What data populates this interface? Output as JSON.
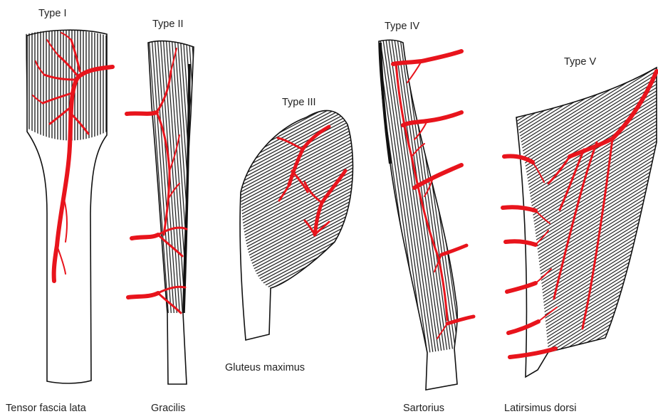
{
  "panels": [
    {
      "type_label": "Type I",
      "muscle_label": "Tensor fascia lata"
    },
    {
      "type_label": "Type II",
      "muscle_label": "Gracilis"
    },
    {
      "type_label": "Type III",
      "muscle_label": "Gluteus maximus"
    },
    {
      "type_label": "Type IV",
      "muscle_label": "Sartorius"
    },
    {
      "type_label": "Type V",
      "muscle_label": "Latirsimus dorsi"
    }
  ],
  "colors": {
    "vessel": "#e8141c",
    "outline": "#111111",
    "hatching": "#111111",
    "background": "#ffffff"
  }
}
